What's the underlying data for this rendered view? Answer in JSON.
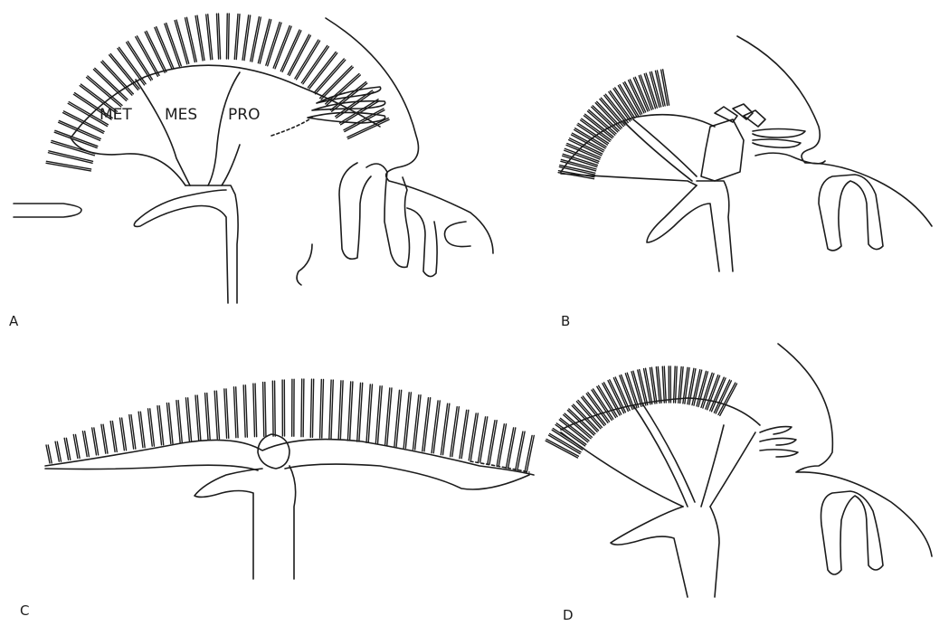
{
  "panels": [
    {
      "id": "A",
      "label": "A"
    },
    {
      "id": "B",
      "label": "B"
    },
    {
      "id": "C",
      "label": "C"
    },
    {
      "id": "D",
      "label": "D"
    }
  ],
  "bone_labels": {
    "met": "MET",
    "mes": "MES",
    "pro": "PRO"
  },
  "colors": {
    "ink": "#1c1c1c",
    "background": "#ffffff"
  }
}
